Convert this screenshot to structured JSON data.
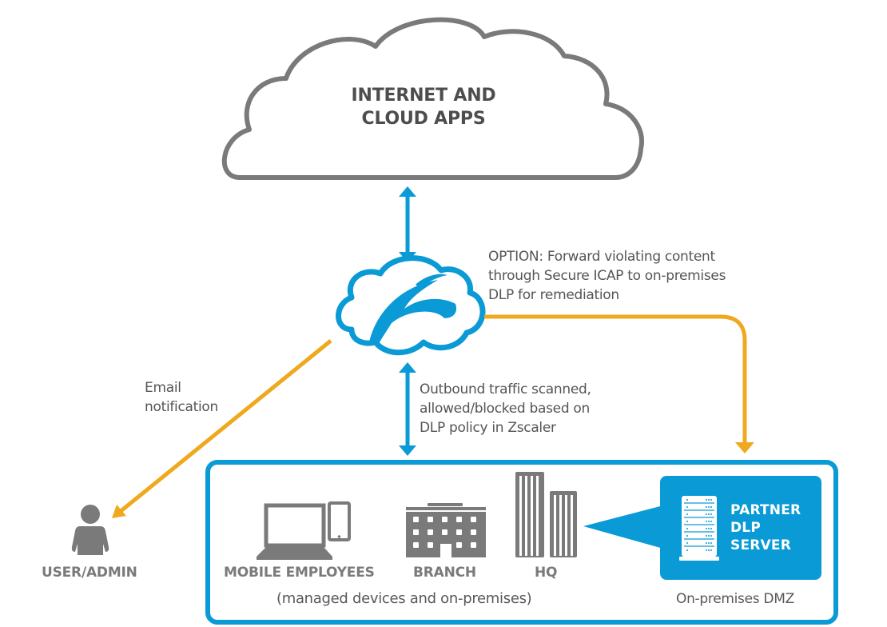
{
  "colors": {
    "blue": "#0a9ad6",
    "orange": "#f0a81e",
    "gray": "#7a7a7a",
    "text": "#58585a"
  },
  "internet_cloud": {
    "title_line1": "INTERNET AND",
    "title_line2": "CLOUD APPS",
    "icon": "cloud-outline-icon"
  },
  "zscaler_cloud": {
    "icon": "zscaler-logo-icon"
  },
  "annotations": {
    "option_line1": "OPTION: Forward violating content",
    "option_line2": "through Secure ICAP to on-premises",
    "option_line3": "DLP for remediation",
    "outbound_line1": "Outbound traffic scanned,",
    "outbound_line2": "allowed/blocked based on",
    "outbound_line3": "DLP policy in Zscaler",
    "email_line1": "Email",
    "email_line2": "notification"
  },
  "user": {
    "label": "USER/ADMIN",
    "icon": "user-icon"
  },
  "premises": {
    "items": [
      {
        "label": "MOBILE EMPLOYEES",
        "icon": "laptop-phone-icon"
      },
      {
        "label": "BRANCH",
        "icon": "building-icon"
      },
      {
        "label": "HQ",
        "icon": "skyscraper-icon"
      }
    ],
    "caption": "(managed devices and on-premises)"
  },
  "dlp_server": {
    "line1": "PARTNER",
    "line2": "DLP",
    "line3": "SERVER",
    "icon": "server-rack-icon",
    "caption": "On-premises DMZ"
  }
}
